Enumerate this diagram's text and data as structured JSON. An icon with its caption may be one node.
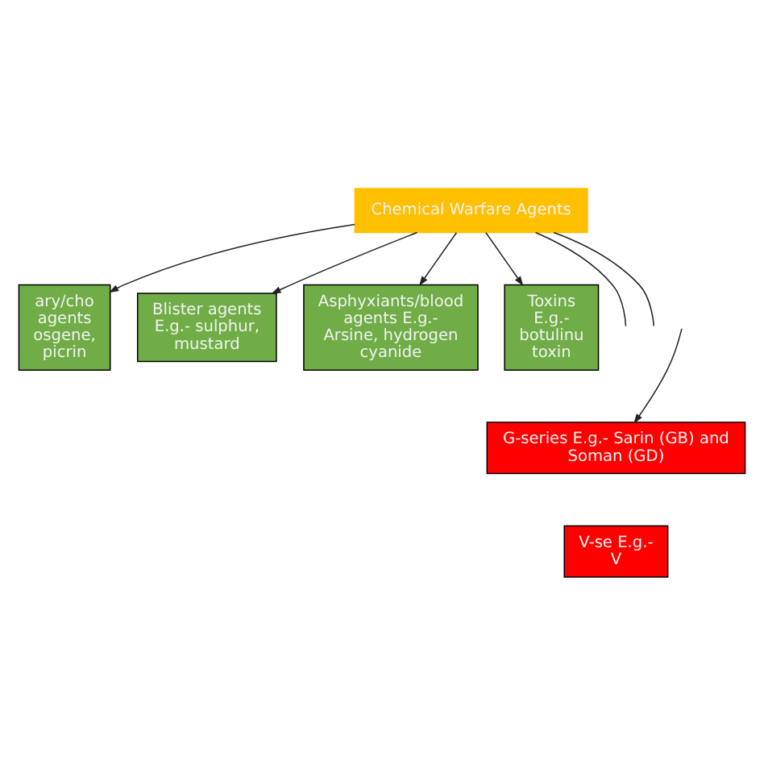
{
  "diagram": {
    "nodes": [
      {
        "text": [
          "Chemical Warfare Agents"
        ]
      },
      {
        "text": [
          "ary/cho agents osgene, picrin"
        ]
      },
      {
        "text": [
          "Blister agents E.g.- sulphur, mustard"
        ]
      },
      {
        "text": [
          "Asphyxiants/blood agents E.g.- Arsine, hydrogen cyanide"
        ]
      },
      {
        "text": [
          "Toxins E.g.- botulinu toxin"
        ]
      },
      {
        "text": [
          "G-series E.g.- Sarin (GB) and Soman (GD)"
        ]
      },
      {
        "text": [
          "V-se E.g.- V"
        ]
      }
    ],
    "edges": [
      {
        "from": 0,
        "to": null,
        "arrow": "none"
      },
      {
        "from": 0,
        "to": 1,
        "arrow": "to"
      },
      {
        "from": 0,
        "to": 2,
        "arrow": "to"
      },
      {
        "from": 0,
        "to": 3,
        "arrow": "to"
      },
      {
        "from": 0,
        "to": 4,
        "arrow": "to"
      },
      {
        "from": 0,
        "to": null,
        "arrow": "none"
      },
      {
        "from": null,
        "to": 5,
        "arrow": "to"
      }
    ]
  }
}
